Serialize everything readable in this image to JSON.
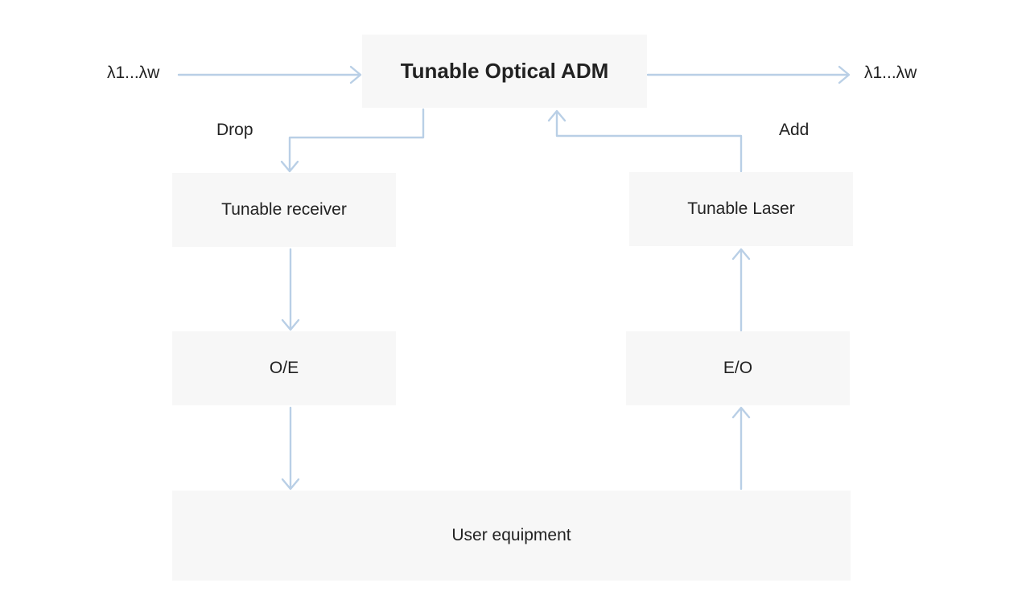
{
  "diagram": {
    "nodes": {
      "adm": "Tunable Optical ADM",
      "receiver": "Tunable receiver",
      "laser": "Tunable Laser",
      "oe": "O/E",
      "eo": "E/O",
      "user": "User equipment"
    },
    "labels": {
      "input_wavelengths": "λ1...λw",
      "output_wavelengths": "λ1...λw",
      "drop": "Drop",
      "add": "Add"
    },
    "edges": [
      {
        "from": "input_wavelengths",
        "to": "adm"
      },
      {
        "from": "adm",
        "to": "output_wavelengths"
      },
      {
        "from": "adm",
        "to": "receiver",
        "label": "drop"
      },
      {
        "from": "receiver",
        "to": "oe"
      },
      {
        "from": "oe",
        "to": "user"
      },
      {
        "from": "user",
        "to": "eo"
      },
      {
        "from": "eo",
        "to": "laser"
      },
      {
        "from": "laser",
        "to": "adm",
        "label": "add"
      }
    ],
    "colors": {
      "box_fill": "#f7f7f7",
      "edge": "#b9cfe6",
      "text": "#222222"
    }
  }
}
